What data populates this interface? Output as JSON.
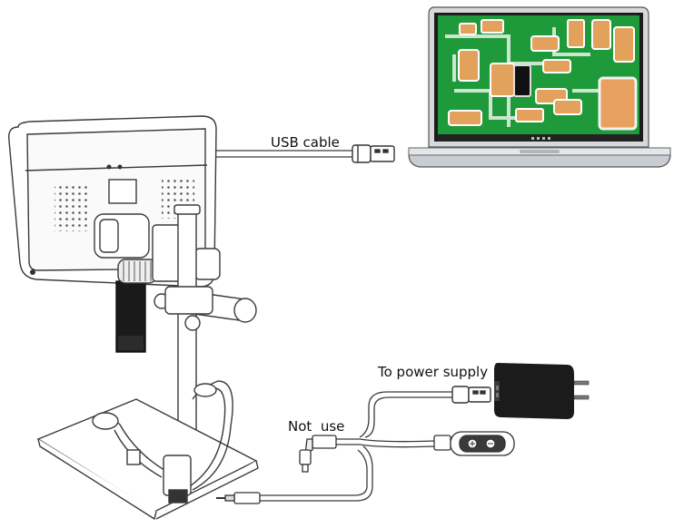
{
  "labels": {
    "usb_cable": "USB cable",
    "power_supply": "To power supply",
    "not_use": "Not  use"
  },
  "colors": {
    "line": "#3a3a3a",
    "pcb_green": "#1f9a3a",
    "component_orange": "#e3a25b",
    "laptop_body": "#c9ccd0",
    "adapter_black": "#1b1b1b"
  },
  "icons": [
    "usb-plug-icon",
    "power-adapter-icon",
    "dc-plug-icon",
    "laptop-icon",
    "microscope-icon"
  ]
}
